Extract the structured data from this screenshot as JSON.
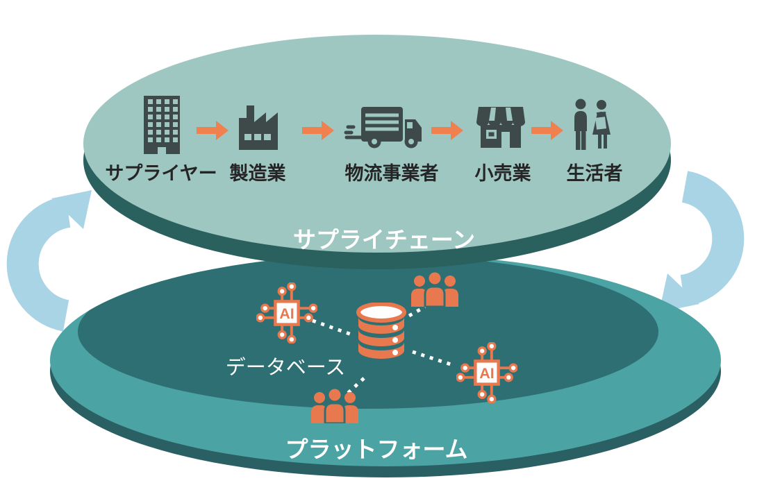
{
  "diagram": {
    "top_disc": {
      "label": "サプライチェーン",
      "flow": [
        {
          "label": "サプライヤー",
          "icon": "building-icon"
        },
        {
          "label": "製造業",
          "icon": "factory-icon"
        },
        {
          "label": "物流事業者",
          "icon": "truck-icon"
        },
        {
          "label": "小売業",
          "icon": "store-icon"
        },
        {
          "label": "生活者",
          "icon": "consumers-icon"
        }
      ]
    },
    "bottom_disc": {
      "label": "プラットフォーム",
      "database_label": "データベース",
      "ai_chip_text": "AI",
      "nodes": [
        "ai-chip",
        "users-group",
        "database",
        "ai-chip",
        "users-group"
      ]
    },
    "cycle_arrows": {
      "left_direction": "up-to-supply-chain",
      "right_direction": "down-to-platform"
    },
    "colors": {
      "top_disc": "#9EC7C2",
      "top_rim": "#2A605E",
      "bottom_face": "#2E6F73",
      "bottom_band": "#4CA3A4",
      "bottom_rim": "#2A5F63",
      "flow_icon_dark": "#3D4A49",
      "orange": "#F0804E",
      "platform_orange": "#E8794F",
      "cycle_arrow_blue": "#A9D4E5",
      "label_dark": "#252525",
      "label_light": "#FFFFFF"
    }
  }
}
